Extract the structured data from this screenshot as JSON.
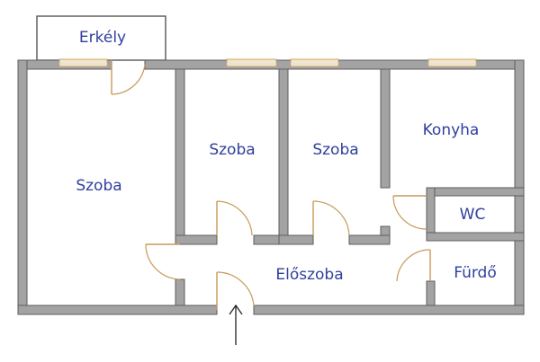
{
  "floor_plan": {
    "rooms": {
      "balcony": "Erkély",
      "room_left": "Szoba",
      "room_middle": "Szoba",
      "room_right": "Szoba",
      "kitchen": "Konyha",
      "wc": "WC",
      "hallway": "Előszoba",
      "bathroom": "Fürdő"
    },
    "colors": {
      "walls": "#a3a3a3",
      "wall_outline": "#5e5e5e",
      "labels": "#2f3f9e",
      "doors": "#c79a58",
      "windows": "#f6e6c4"
    }
  }
}
